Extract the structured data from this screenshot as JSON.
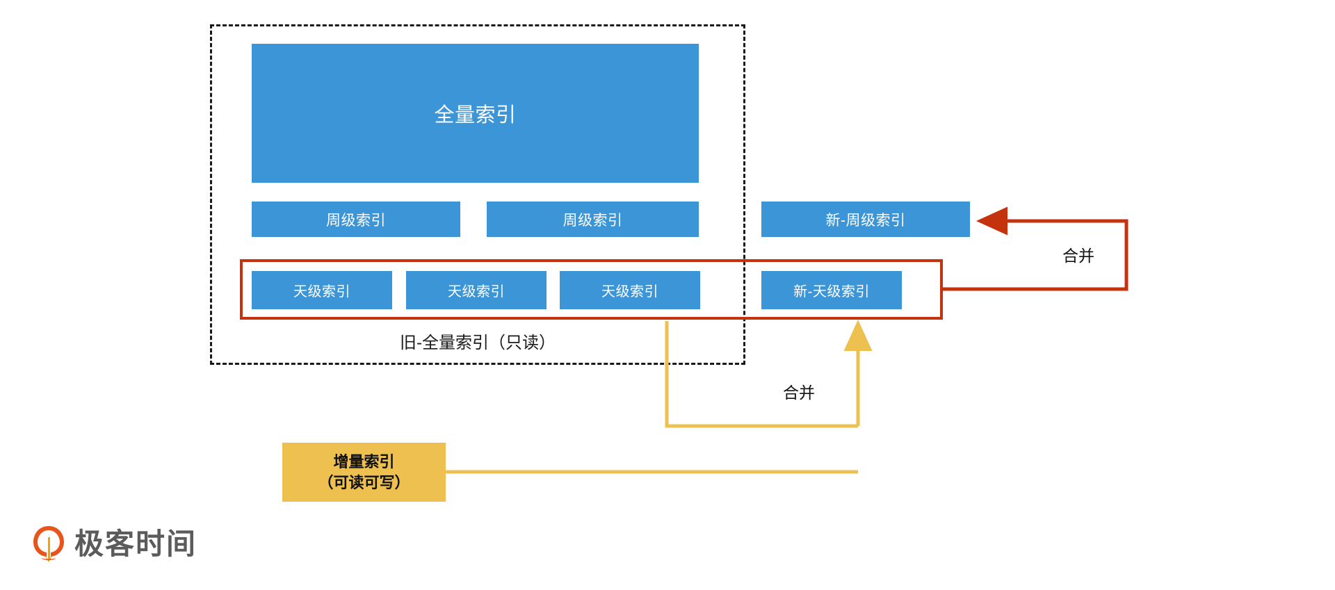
{
  "diagram": {
    "title_caption": "旧-全量索引（只读）",
    "old_group": {
      "full_index": {
        "label": "全量索引"
      },
      "week_indexes": [
        {
          "label": "周级索引"
        },
        {
          "label": "周级索引"
        }
      ],
      "day_indexes": [
        {
          "label": "天级索引"
        },
        {
          "label": "天级索引"
        },
        {
          "label": "天级索引"
        }
      ]
    },
    "new_group": {
      "week_index": {
        "label": "新-周级索引"
      },
      "day_index": {
        "label": "新-天级索引"
      }
    },
    "incremental": {
      "line1": "增量索引",
      "line2": "（可读可写）"
    },
    "connectors": {
      "merge_red": "合并",
      "merge_yellow": "合并"
    }
  },
  "branding": {
    "logo_text": "极客时间",
    "logo_mark_name": "geektime-flame-icon"
  },
  "colors": {
    "blue": "#3b95d6",
    "yellow": "#eec050",
    "red": "#c4330e",
    "dashed": "#1a1a1a",
    "logo_gray": "#5b5b5b",
    "logo_orange": "#e8551b",
    "logo_yellow": "#f0a500"
  }
}
